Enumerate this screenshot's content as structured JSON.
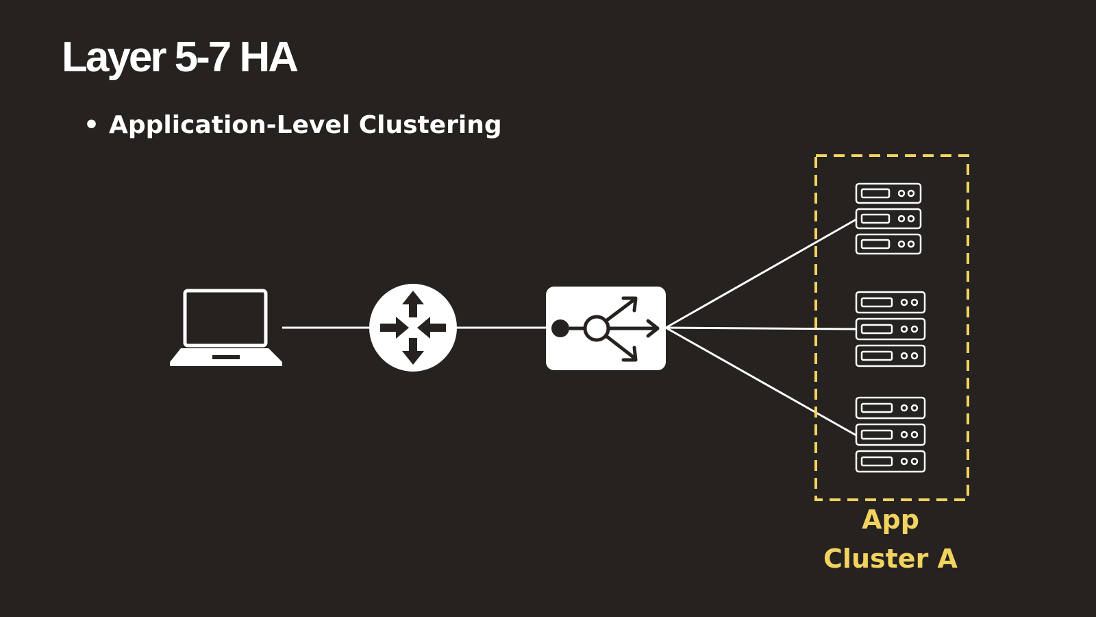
{
  "slide": {
    "title": "Layer 5-7 HA",
    "bullet": "Application-Level Clustering"
  },
  "diagram": {
    "nodes": [
      {
        "id": "client",
        "icon": "laptop-icon"
      },
      {
        "id": "router",
        "icon": "router-icon"
      },
      {
        "id": "load-balancer",
        "icon": "load-balancer-icon"
      },
      {
        "id": "server-1",
        "icon": "server-rack-icon"
      },
      {
        "id": "server-2",
        "icon": "server-rack-icon"
      },
      {
        "id": "server-3",
        "icon": "server-rack-icon"
      }
    ],
    "edges": [
      {
        "from": "client",
        "to": "router"
      },
      {
        "from": "router",
        "to": "load-balancer"
      },
      {
        "from": "load-balancer",
        "to": "server-1"
      },
      {
        "from": "load-balancer",
        "to": "server-2"
      },
      {
        "from": "load-balancer",
        "to": "server-3"
      }
    ],
    "cluster": {
      "label_line1": "App",
      "label_line2": "Cluster A",
      "members": [
        "server-1",
        "server-2",
        "server-3"
      ]
    }
  },
  "colors": {
    "background": "#252220",
    "foreground": "#ffffff",
    "cluster_accent": "#f2d360"
  }
}
